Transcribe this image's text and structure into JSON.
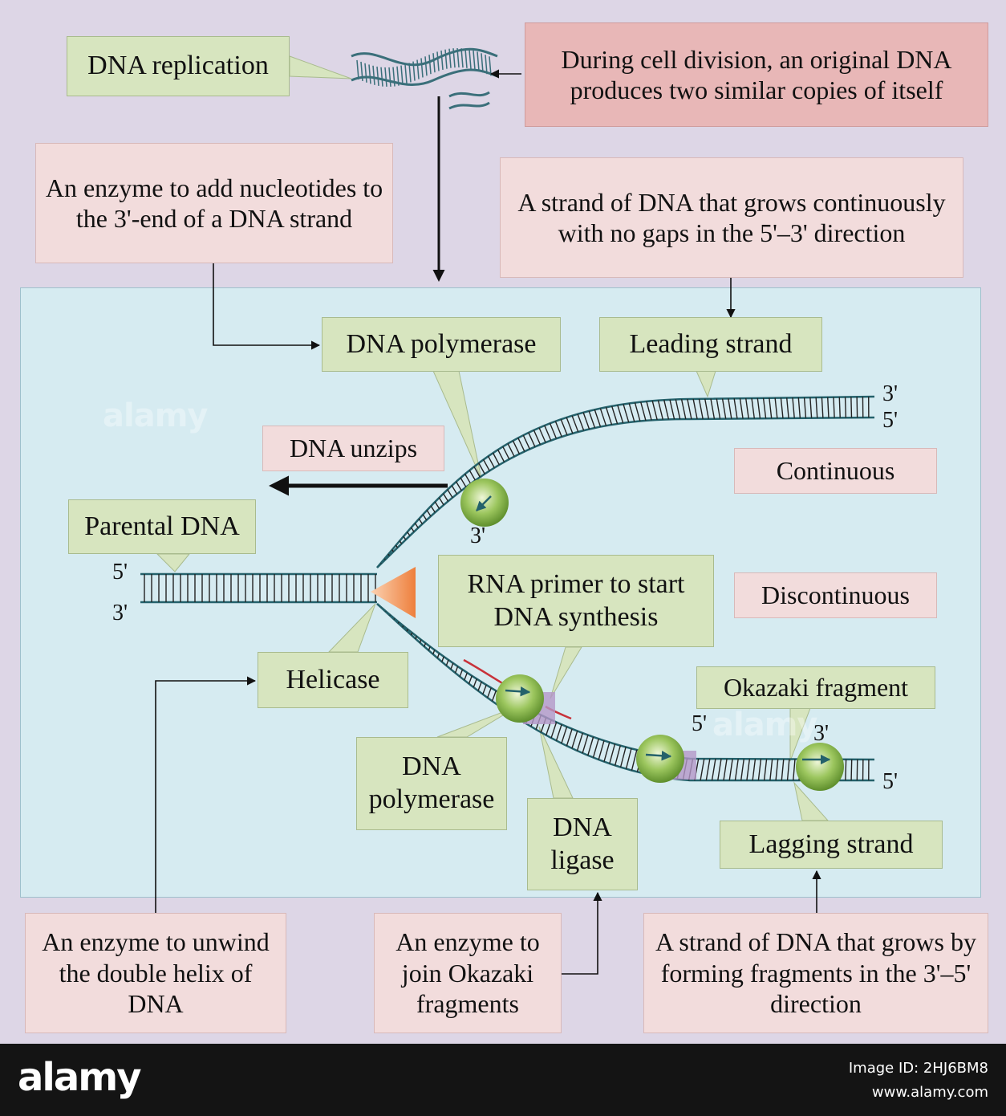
{
  "header": {
    "replication_label": "DNA replication",
    "replication_desc": "During cell division, an original DNA produces two similar copies of itself"
  },
  "definitions": {
    "polymerase_def": "An enzyme to add nucleotides to the 3'-end of a DNA strand",
    "leading_def": "A strand of DNA that grows continuously with no gaps in the 5'–3' direction",
    "helicase_def": "An enzyme to unwind the double helix of DNA",
    "ligase_def": "An enzyme to join Okazaki fragments",
    "lagging_def": "A strand of DNA that grows by forming fragments in the 3'–5' direction"
  },
  "labels": {
    "dna_polymerase_top": "DNA polymerase",
    "leading_strand": "Leading strand",
    "dna_unzips": "DNA unzips",
    "continuous": "Continuous",
    "parental_dna": "Parental DNA",
    "rna_primer": "RNA primer to start DNA synthesis",
    "discontinuous": "Discontinuous",
    "helicase": "Helicase",
    "okazaki_fragment": "Okazaki fragment",
    "dna_polymerase_bottom": "DNA polymerase",
    "dna_ligase": "DNA ligase",
    "lagging_strand": "Lagging strand"
  },
  "strand_ends": {
    "top_right_3": "3'",
    "top_right_5": "5'",
    "fork_3": "3'",
    "parent_5": "5'",
    "parent_3": "3'",
    "lag_5": "5'",
    "okazaki_3": "3'",
    "bottom_right_5": "5'"
  },
  "watermark": {
    "text": "alamy",
    "image_id": "Image ID: 2HJ6BM8",
    "site": "www.alamy.com"
  },
  "colors": {
    "background": "#ddd6e6",
    "panel": "#d6ebf1",
    "green_box": "#d7e5bf",
    "pink_box": "#f2dcdc",
    "rose_box": "#e8b7b7",
    "strand": "#24616b",
    "enzyme": "#8fbf50",
    "helicase": "#f08a4b",
    "primer": "#c8323a",
    "ligase": "#b497c8"
  }
}
